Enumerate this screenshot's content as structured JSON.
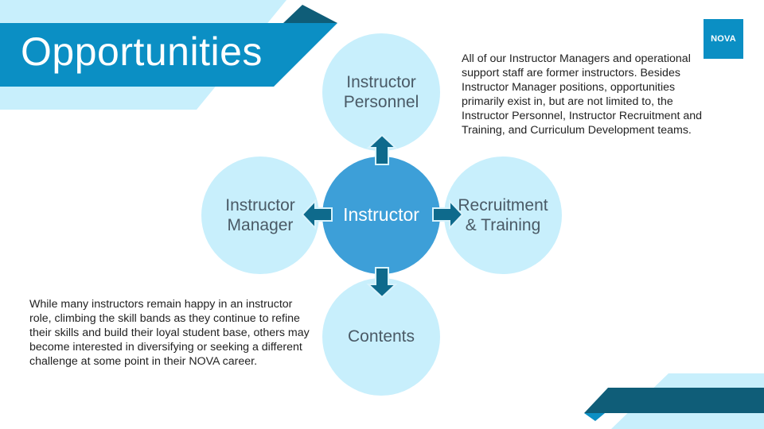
{
  "slide": {
    "title": "Opportunities",
    "logo_text": "NOVA"
  },
  "diagram": {
    "center": "Instructor",
    "top": [
      "Instructor",
      "Personnel"
    ],
    "left": [
      "Instructor",
      "Manager"
    ],
    "right": [
      "Recruitment",
      "& Training"
    ],
    "bottom": "Contents"
  },
  "text": {
    "right_para": "All of our Instructor Managers and operational support staff are former instructors. Besides Instructor Manager positions, opportunities primarily exist in, but are not limited to, the Instructor Personnel, Instructor Recruitment and Training, and Curriculum Development teams.",
    "left_para": "While many instructors remain happy in an instructor role, climbing the skill bands as they continue to refine their skills and build their loyal student base, others may become interested in diversifying or seeking a different challenge at some point in their NOVA career."
  },
  "colors": {
    "primary_blue": "#0b8fc4",
    "dark_teal": "#0f5d78",
    "light_cyan": "#c8effc",
    "center_blue": "#3d9fd8",
    "arrow_teal": "#0e6a8c"
  }
}
